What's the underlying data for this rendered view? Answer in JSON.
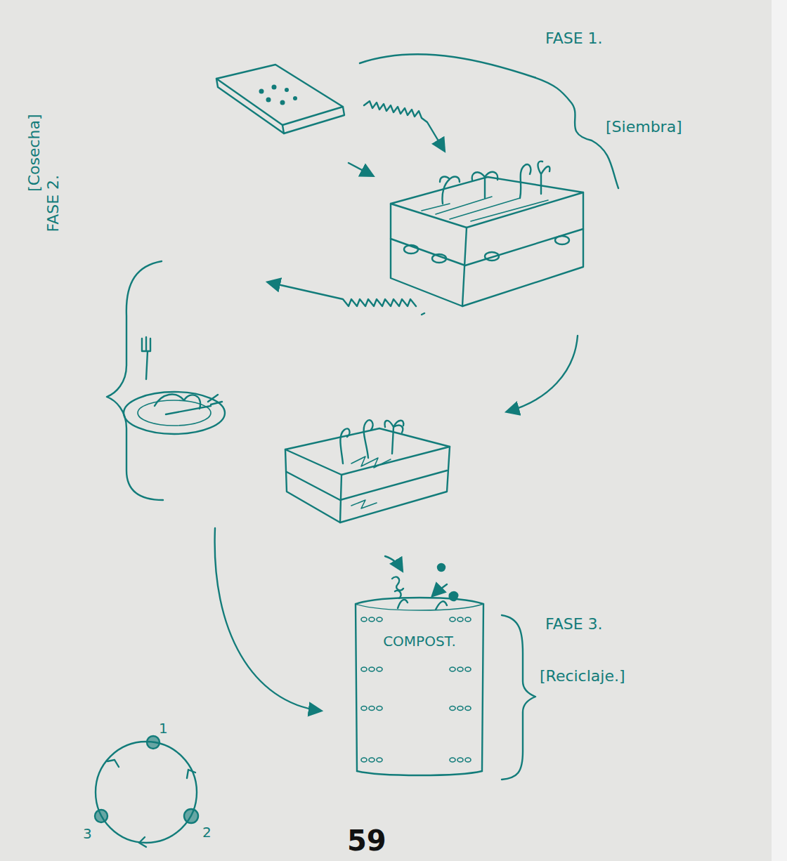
{
  "diagram": {
    "nodes": [
      {
        "text": [
          "COMPOST."
        ]
      }
    ],
    "labels": [
      "FASE 1.",
      "[Siembra]",
      "[Cosecha]",
      "FASE 2.",
      "FASE 3.",
      "[Reciclaje.]",
      "1",
      "2",
      "3",
      "59"
    ]
  }
}
